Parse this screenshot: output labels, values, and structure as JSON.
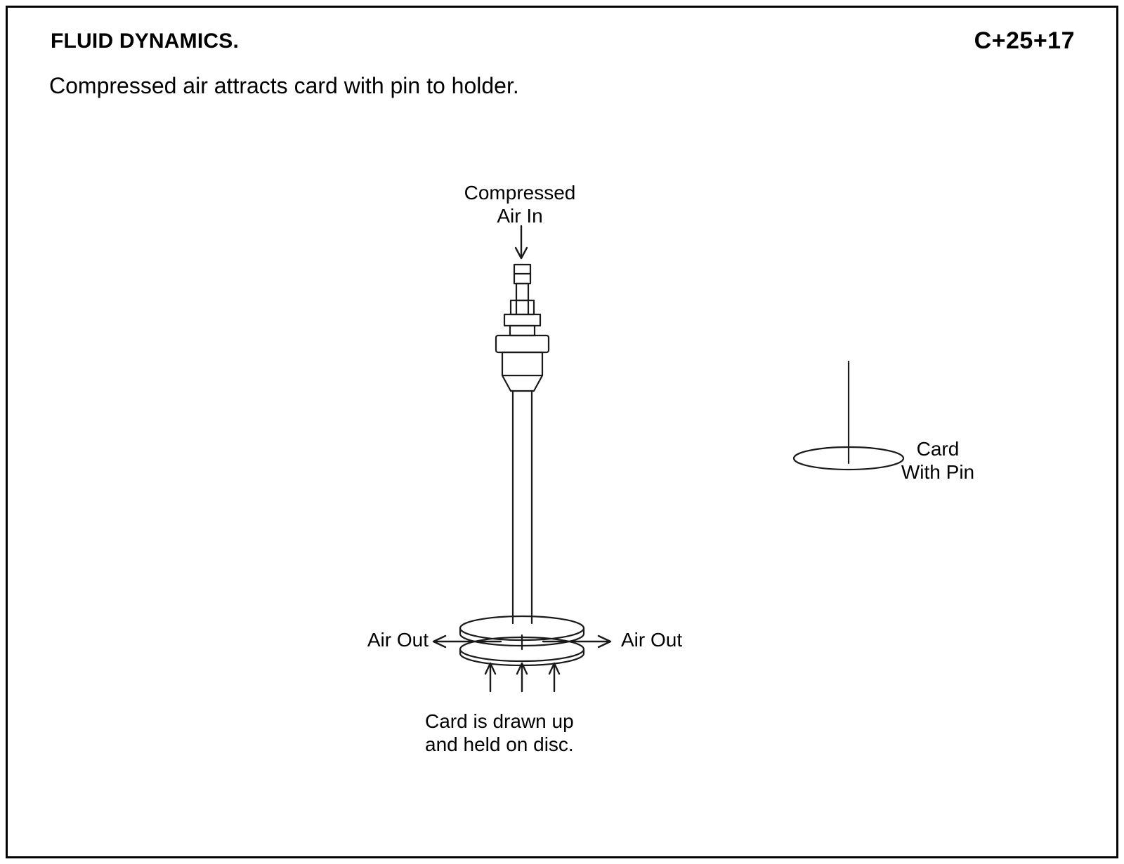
{
  "header": {
    "title": "FLUID DYNAMICS.",
    "code": "C+25+17",
    "subtitle": "Compressed air attracts card with pin to holder."
  },
  "diagram": {
    "labels": {
      "air_in": "Compressed\nAir In",
      "air_out_left": "Air Out",
      "air_out_right": "Air Out",
      "card_with_pin": "Card\nWith Pin",
      "card_drawn": "Card is drawn up\nand held on disc."
    },
    "colors": {
      "line": "#1a1a1a",
      "background": "#ffffff"
    }
  }
}
